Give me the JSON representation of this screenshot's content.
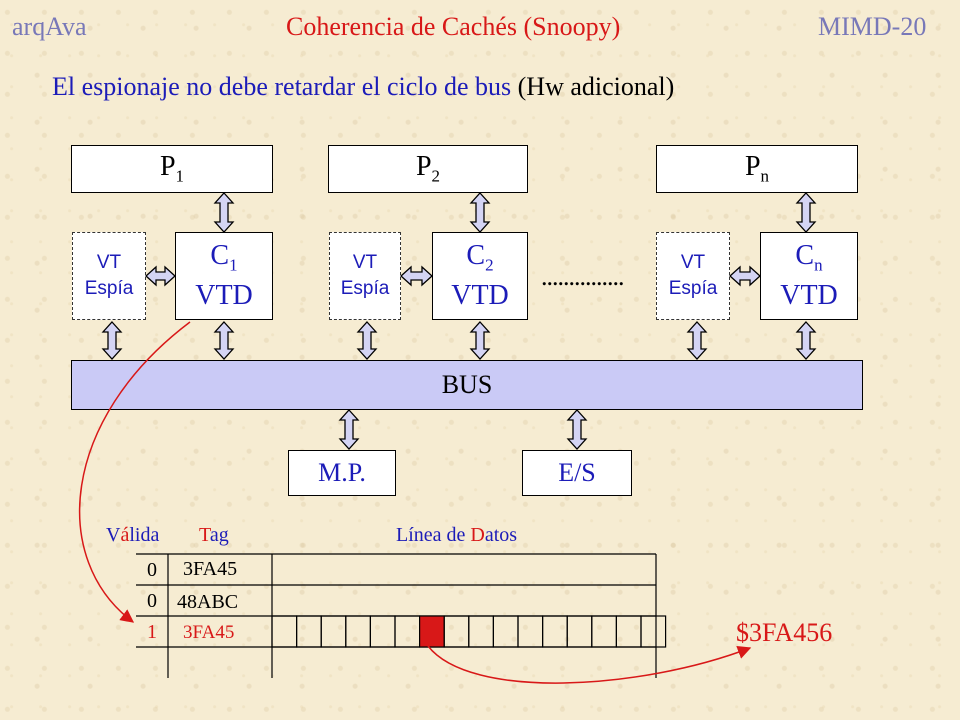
{
  "header": {
    "left": "arqAva",
    "title": "Coherencia de Cachés (Snoopy)",
    "right": "MIMD-20"
  },
  "subtitle": {
    "main": "El espionaje no debe retardar el ciclo de bus",
    "note": "(Hw adicional)"
  },
  "processors": [
    {
      "base": "P",
      "sub": "1"
    },
    {
      "base": "P",
      "sub": "2"
    },
    {
      "base": "P",
      "sub": "n"
    }
  ],
  "caches": [
    {
      "base": "C",
      "sub": "1",
      "tag": "VTD"
    },
    {
      "base": "C",
      "sub": "2",
      "tag": "VTD"
    },
    {
      "base": "C",
      "sub": "n",
      "tag": "VTD"
    }
  ],
  "snoop_tag": {
    "line1": "VT",
    "line2": "Espía"
  },
  "ellipsis": "...............",
  "bus_label": "BUS",
  "memory_label": "M.P.",
  "io_label": "E/S",
  "table": {
    "col_valid": {
      "pre": "V",
      "hl": "á",
      "post": "lida"
    },
    "col_tag": {
      "hl": "T",
      "post": "ag"
    },
    "col_data": {
      "pre": "Línea de ",
      "hl": "D",
      "post": "atos"
    },
    "rows": [
      {
        "valid": "0",
        "tag": "3FA45"
      },
      {
        "valid": "0",
        "tag": "48ABC"
      },
      {
        "valid": "1",
        "tag": "3FA45"
      }
    ],
    "highlight_cell_index": 6
  },
  "address": "$3FA456",
  "colors": {
    "blue": "#1c1cb8",
    "red": "#d81818",
    "header_grey": "#7878b8",
    "bus_fill": "#cacaf6",
    "arrow_fill": "#d4d4f4"
  }
}
